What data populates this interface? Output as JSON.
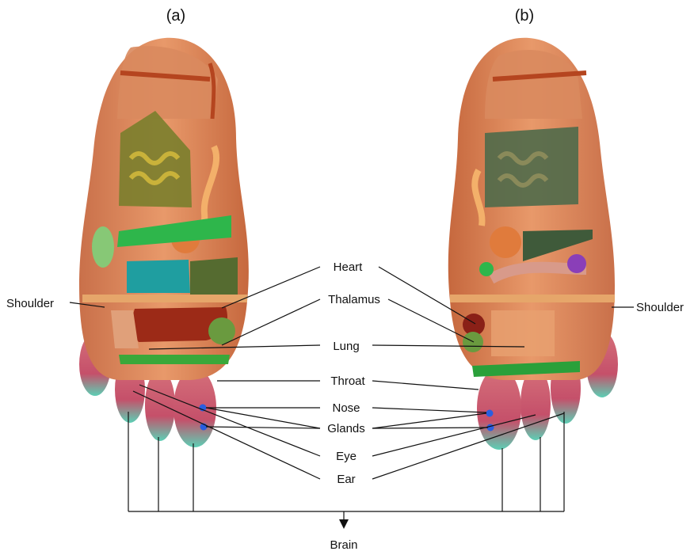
{
  "panels": {
    "left": "(a)",
    "right": "(b)"
  },
  "labels": {
    "shoulder_left": "Shoulder",
    "shoulder_right": "Shoulder",
    "heart": "Heart",
    "thalamus": "Thalamus",
    "lung": "Lung",
    "throat": "Throat",
    "nose": "Nose",
    "glands": "Glands",
    "eye": "Eye",
    "ear": "Ear",
    "brain": "Brain"
  },
  "colors": {
    "foot_skin": "#e0895a",
    "toe_pink": "#c9566a",
    "toe_teal": "#4fc9b0",
    "zone_green": "#3fb83a",
    "zone_teal": "#2a9d9c",
    "zone_red": "#a82c1a",
    "zone_olive": "#6b8a3a",
    "zone_purple": "#8a3fb8",
    "gland_blue": "#2a5ee0"
  }
}
